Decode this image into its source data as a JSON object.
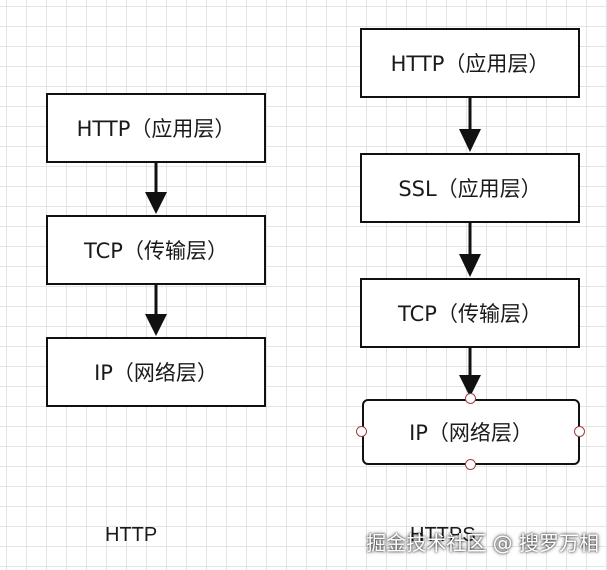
{
  "http_stack": {
    "caption": "HTTP",
    "layers": [
      "HTTP（应用层）",
      "TCP（传输层）",
      "IP（网络层）"
    ]
  },
  "https_stack": {
    "caption": "HTTPS",
    "layers": [
      "HTTP（应用层）",
      "SSL（应用层）",
      "TCP（传输层）",
      "IP（网络层）"
    ]
  },
  "watermark": "掘金技术社区 @ 搜罗万相",
  "colors": {
    "stroke": "#111111",
    "grid": "#e4e4e4",
    "selection_handle": "#a04040"
  }
}
